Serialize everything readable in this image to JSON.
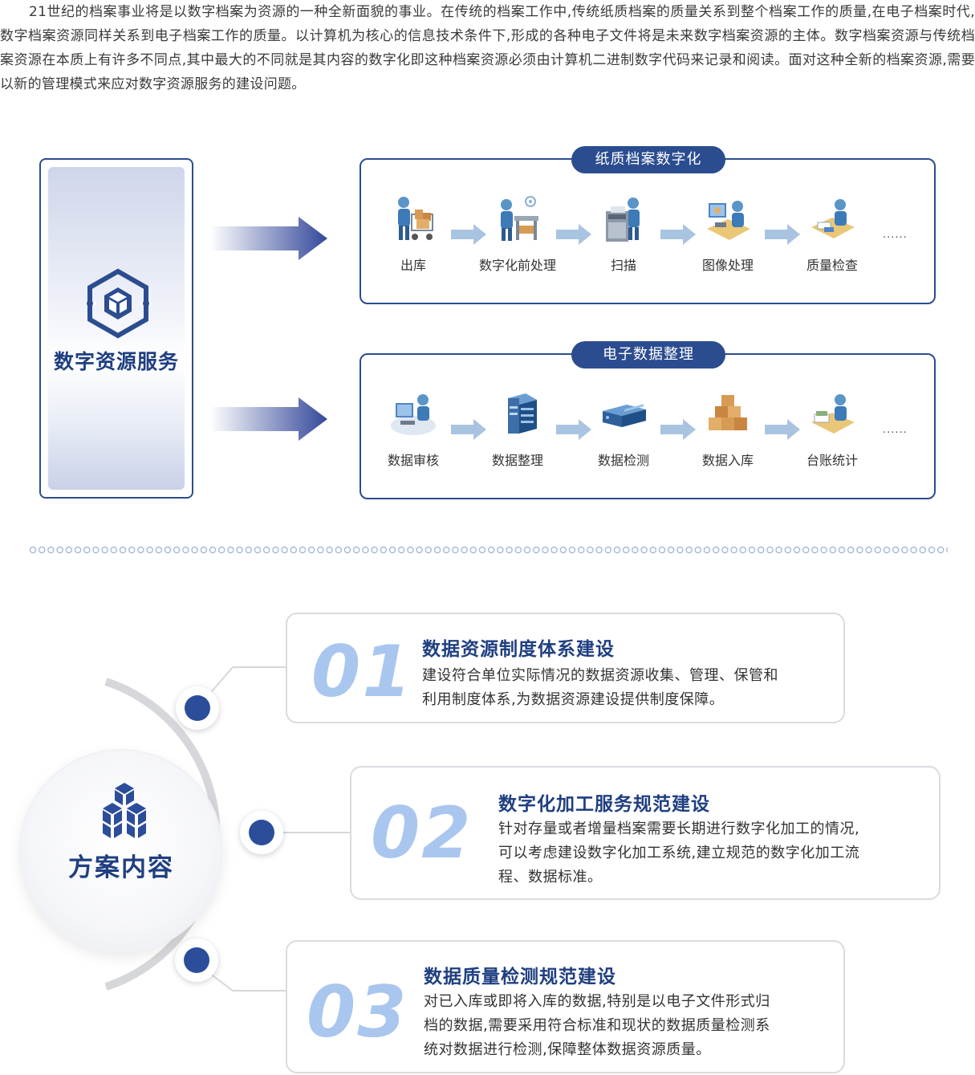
{
  "intro": {
    "text": "21世纪的档案事业将是以数字档案为资源的一种全新面貌的事业。在传统的档案工作中,传统纸质档案的质量关系到整个档案工作的质量,在电子档案时代,数字档案资源同样关系到电子档案工作的质量。以计算机为核心的信息技术条件下,形成的各种电子文件将是未来数字档案资源的主体。数字档案资源与传统档案资源在本质上有许多不同点,其中最大的不同就是其内容的数字化即这种档案资源必须由计算机二进制数字代码来记录和阅读。面对这种全新的档案资源,需要以新的管理模式来应对数字资源服务的建设问题。"
  },
  "service": {
    "title": "数字资源服务",
    "icon": "cube-network-icon"
  },
  "flows": [
    {
      "title": "纸质档案数字化",
      "steps": [
        {
          "label": "出库",
          "icon": "worker-cart-icon"
        },
        {
          "label": "数字化前处理",
          "icon": "worker-desk-icon"
        },
        {
          "label": "扫描",
          "icon": "scanner-icon"
        },
        {
          "label": "图像处理",
          "icon": "image-workstation-icon"
        },
        {
          "label": "质量检查",
          "icon": "inspection-desk-icon"
        }
      ],
      "more": "......"
    },
    {
      "title": "电子数据整理",
      "steps": [
        {
          "label": "数据审核",
          "icon": "review-workstation-icon"
        },
        {
          "label": "数据整理",
          "icon": "server-rack-icon"
        },
        {
          "label": "数据检测",
          "icon": "storage-device-icon"
        },
        {
          "label": "数据入库",
          "icon": "boxes-icon"
        },
        {
          "label": "台账统计",
          "icon": "ledger-desk-icon"
        }
      ],
      "more": "......"
    }
  ],
  "solution": {
    "title": "方案内容",
    "icon": "stacked-cubes-icon",
    "items": [
      {
        "num": "01",
        "title": "数据资源制度体系建设",
        "desc_lines": [
          "建设符合单位实际情况的数据资源收集、管理、保管和",
          "利用制度体系,为数据资源建设提供制度保障。"
        ]
      },
      {
        "num": "02",
        "title": "数字化加工服务规范建设",
        "desc_lines": [
          "针对存量或者增量档案需要长期进行数字化加工的情况,",
          "可以考虑建设数字化加工系统,建立规范的数字化加工流",
          "程、数据标准。"
        ]
      },
      {
        "num": "03",
        "title": "数据质量检测规范建设",
        "desc_lines": [
          "对已入库或即将入库的数据,特别是以电子文件形式归",
          "档的数据,需要采用符合标准和现状的数据质量检测系",
          "统对数据进行检测,保障整体数据资源质量。"
        ]
      }
    ]
  },
  "colors": {
    "navy": "#2b4d8f",
    "title_blue": "#1f3f80",
    "number_blue": "#a9c6ee",
    "arrow_light": "#a9c4e0"
  }
}
